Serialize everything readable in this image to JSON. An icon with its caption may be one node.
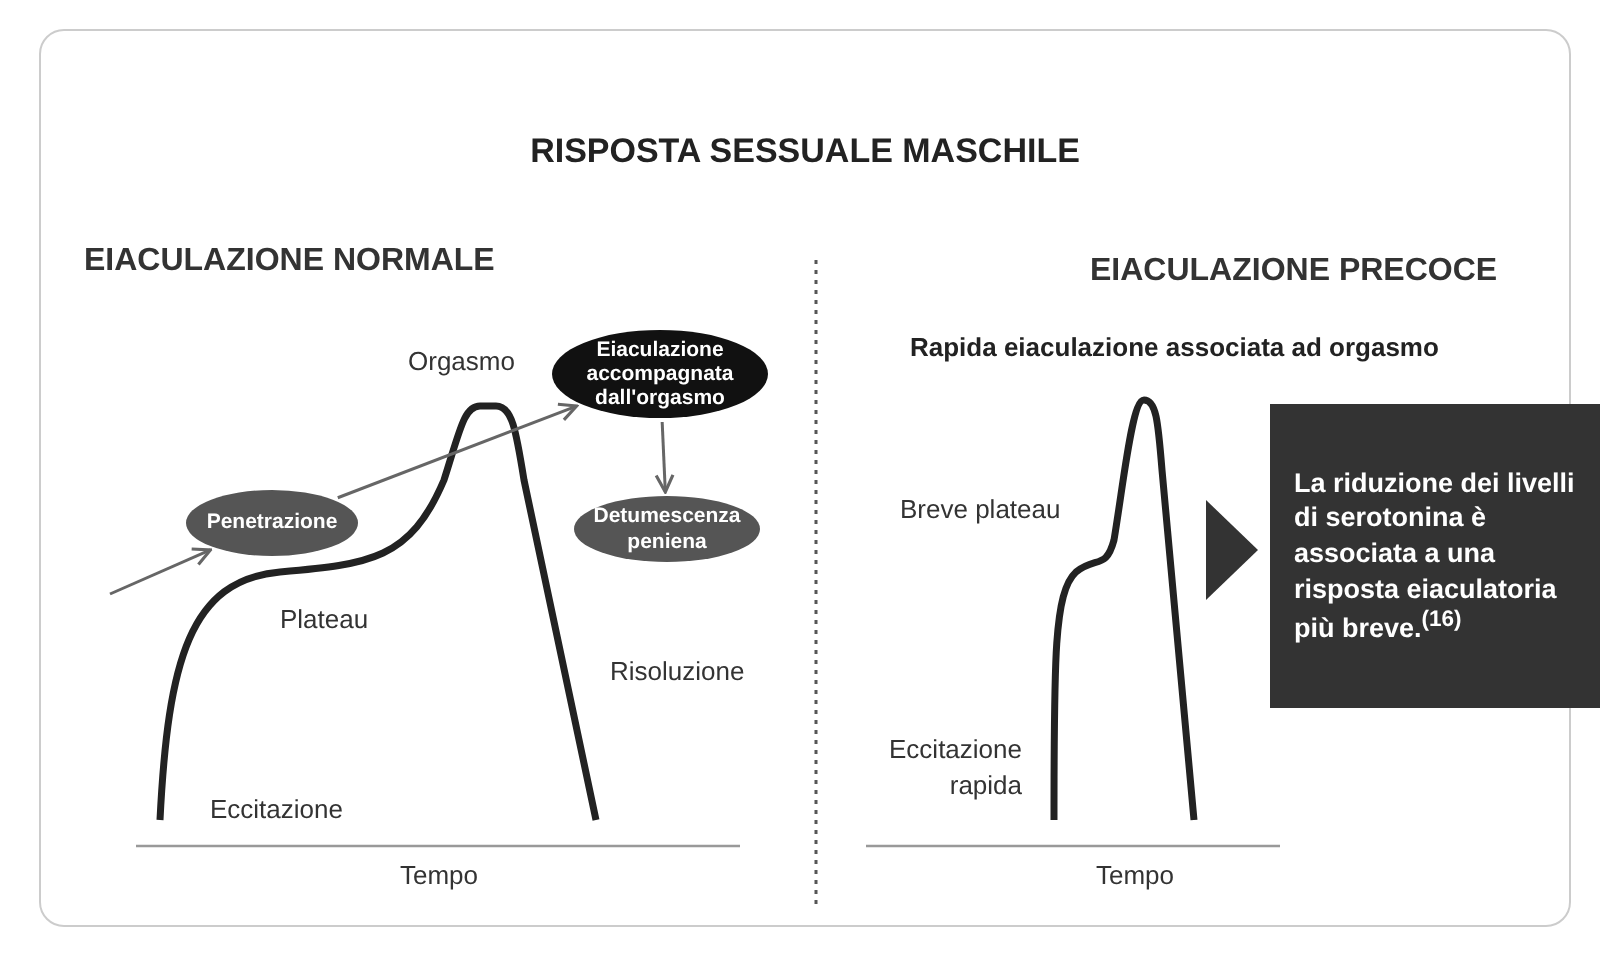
{
  "diagram": {
    "title": "RISPOSTA SESSUALE MASCHILE",
    "nodes": [
      {
        "text": [
          "Penetrazione"
        ]
      },
      {
        "text": [
          "Eiaculazione accompagnata dall'orgasmo"
        ]
      },
      {
        "text": [
          "Detumescenza peniena"
        ]
      },
      {
        "text": [
          "La riduzione dei livelli di serotonina è associata a una risposta eiaculatoria più breve.$^{(16)}$"
        ]
      }
    ],
    "edges": [
      {
        "from": null,
        "to": 0,
        "arrow": "to"
      },
      {
        "from": 0,
        "to": 1,
        "arrow": "to"
      },
      {
        "from": 1,
        "to": 2,
        "arrow": "to"
      }
    ],
    "labels": [
      "EIACULAZIONE NORMALE",
      "EIACULAZIONE PRECOCE",
      "Orgasmo",
      "Rapida eiaculazione associata ad orgasmo",
      "Breve plateau",
      "Plateau",
      "Risoluzione",
      "Eccitazione rapida",
      "Eccitazione",
      "Tempo",
      "Tempo"
    ]
  }
}
